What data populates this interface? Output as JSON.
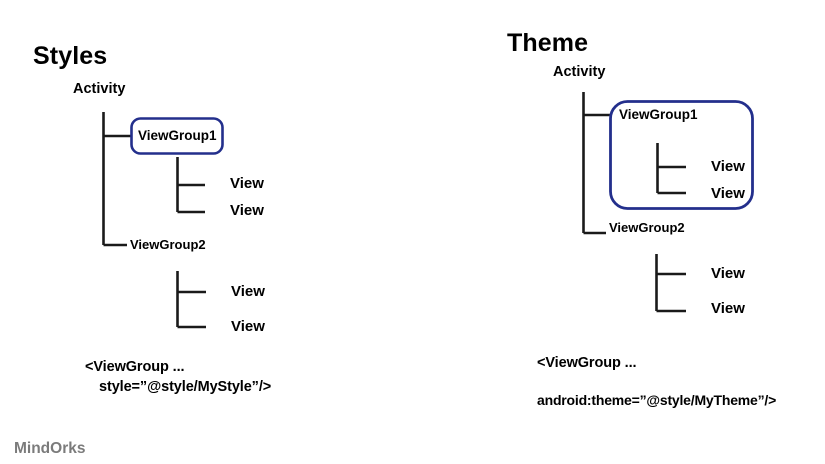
{
  "figure": {
    "watermark": "MindOrks"
  },
  "panels": [
    {
      "title": "Styles",
      "root_label": "Activity",
      "nodes": {
        "group1": "ViewGroup1",
        "group2": "ViewGroup2",
        "group1_child1": "View",
        "group1_child2": "View",
        "group2_child1": "View",
        "group2_child2": "View"
      },
      "code": {
        "line1": "<ViewGroup ...",
        "line2": "style=”@style/MyStyle”/>"
      },
      "highlight_color": "#232f8c",
      "highlight_target": "ViewGroup1"
    },
    {
      "title": "Theme",
      "root_label": "Activity",
      "nodes": {
        "group1": "ViewGroup1",
        "group2": "ViewGroup2",
        "group1_child1": "View",
        "group1_child2": "View",
        "group2_child1": "View",
        "group2_child2": "View"
      },
      "code": {
        "line1": "<ViewGroup ...",
        "line2": "android:theme=”@style/MyTheme”/>"
      },
      "highlight_color": "#232f8c",
      "highlight_target": "ViewGroup1 subtree"
    }
  ],
  "colors": {
    "tree_line": "#1a1a1a",
    "highlight": "#232f8c",
    "watermark": "#7b7b7b",
    "background": "#ffffff"
  }
}
